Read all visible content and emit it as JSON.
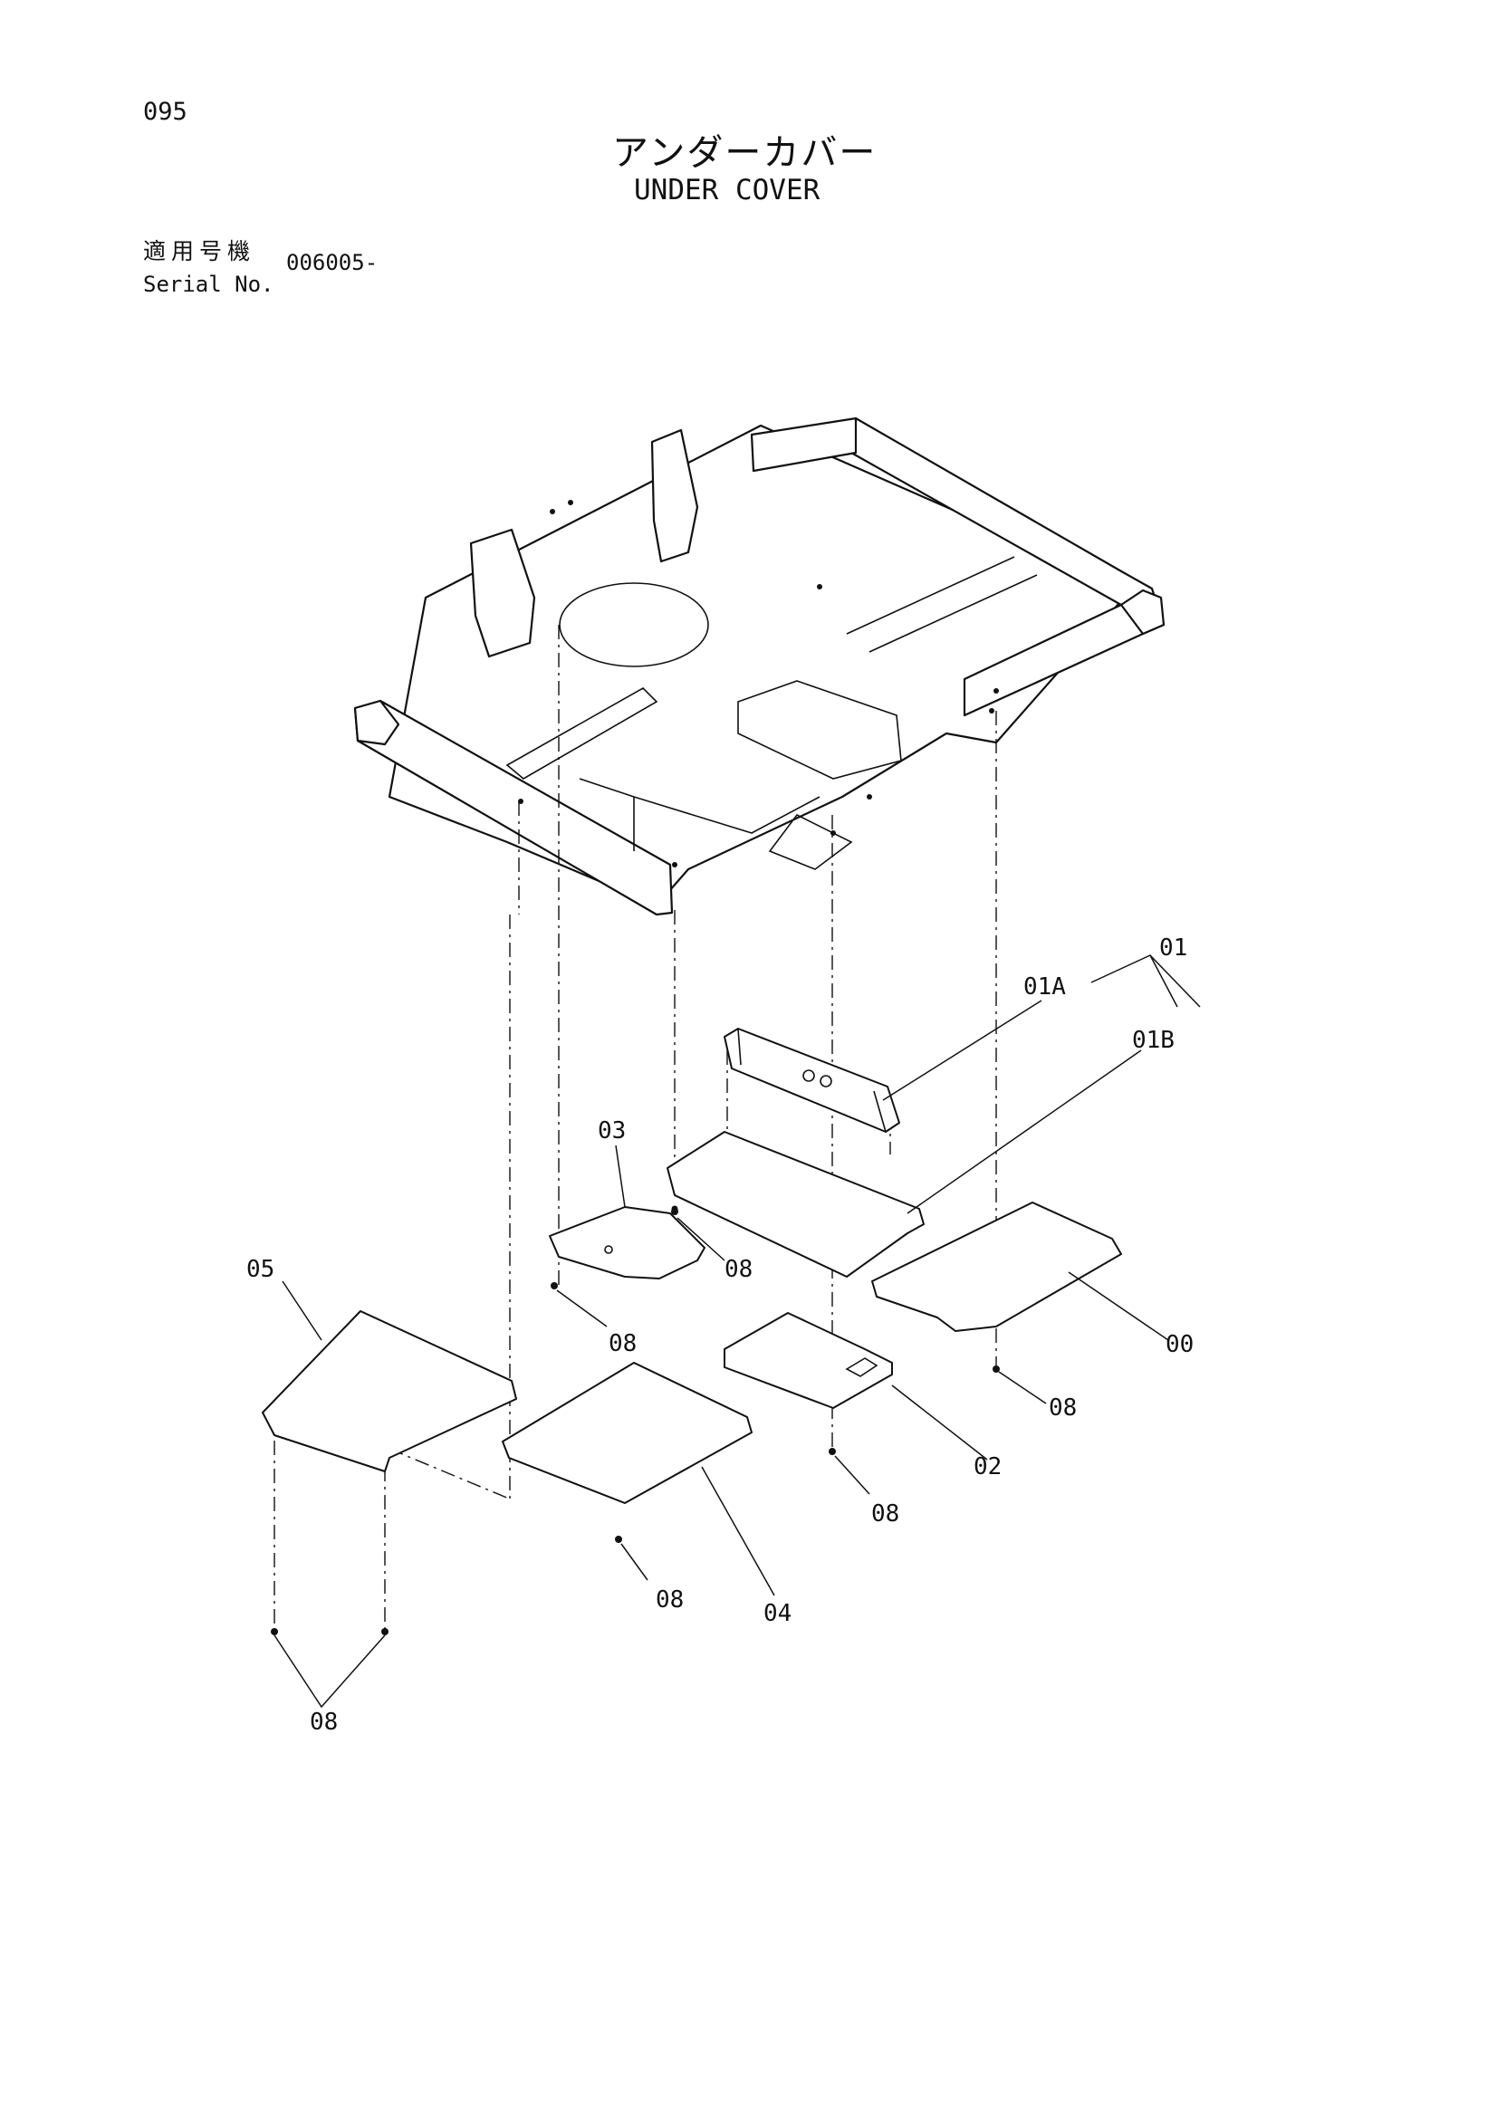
{
  "header": {
    "page_number": "095",
    "title_jp": "アンダーカバー",
    "title_en": "UNDER COVER",
    "serial_label_jp": "適用号機",
    "serial_label_en": "Serial No.",
    "serial_value": "006005-"
  },
  "diagram": {
    "callouts": {
      "c01": "01",
      "c01a": "01A",
      "c01b": "01B",
      "c00": "00",
      "c02": "02",
      "c03": "03",
      "c04": "04",
      "c05": "05",
      "c08_a": "08",
      "c08_b": "08",
      "c08_c": "08",
      "c08_d": "08",
      "c08_e": "08",
      "c08_f": "08"
    }
  }
}
